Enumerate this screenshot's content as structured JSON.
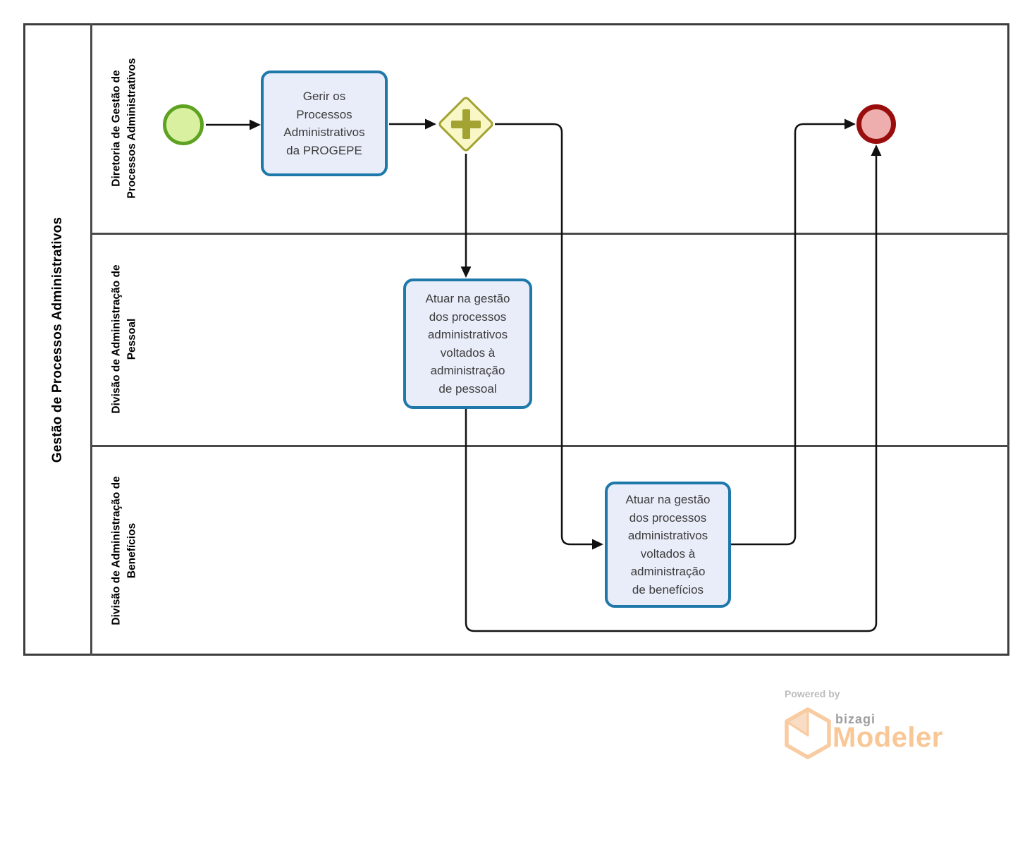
{
  "pool": {
    "title": "Gestão de Processos Administrativos"
  },
  "lanes": [
    {
      "label": "Diretoria de Gestão de\nProcessos Administrativos"
    },
    {
      "label": "Divisão de Administração de\nPessoal"
    },
    {
      "label": "Divisão de Administração de\nBenefícios"
    }
  ],
  "nodes": {
    "start_event": {
      "type": "start-event"
    },
    "task_gerir": {
      "label": "Gerir os\nProcessos\nAdministrativos\nda PROGEPE"
    },
    "gateway": {
      "type": "parallel-gateway"
    },
    "task_pessoal": {
      "label": "Atuar na gestão\ndos processos\nadministrativos\nvoltados à\nadministração\nde pessoal"
    },
    "task_beneficios": {
      "label": "Atuar na gestão\ndos processos\nadministrativos\nvoltados à\nadministração\nde benefícios"
    },
    "end_event": {
      "type": "end-event"
    }
  },
  "flows": [
    {
      "from": "start_event",
      "to": "task_gerir"
    },
    {
      "from": "task_gerir",
      "to": "gateway"
    },
    {
      "from": "gateway",
      "to": "task_pessoal"
    },
    {
      "from": "gateway",
      "to": "task_beneficios"
    },
    {
      "from": "task_pessoal",
      "to": "end_event"
    },
    {
      "from": "task_beneficios",
      "to": "end_event"
    }
  ],
  "colors": {
    "task_fill": "#e9edf9",
    "task_border": "#1e78a9",
    "start_fill": "#d8f0a0",
    "start_border": "#5da221",
    "end_fill": "#efaeae",
    "end_border": "#9a0d0d",
    "gateway_fill": "#f9f7c6",
    "gateway_border": "#a2a332",
    "lane_border": "#4a4a4a",
    "flow_line": "#111111",
    "brand_orange": "#f9c795",
    "brand_gray": "#9e9e9e"
  },
  "footer": {
    "powered_by": "Powered by",
    "brand": "bizagi",
    "product": "Modeler"
  }
}
